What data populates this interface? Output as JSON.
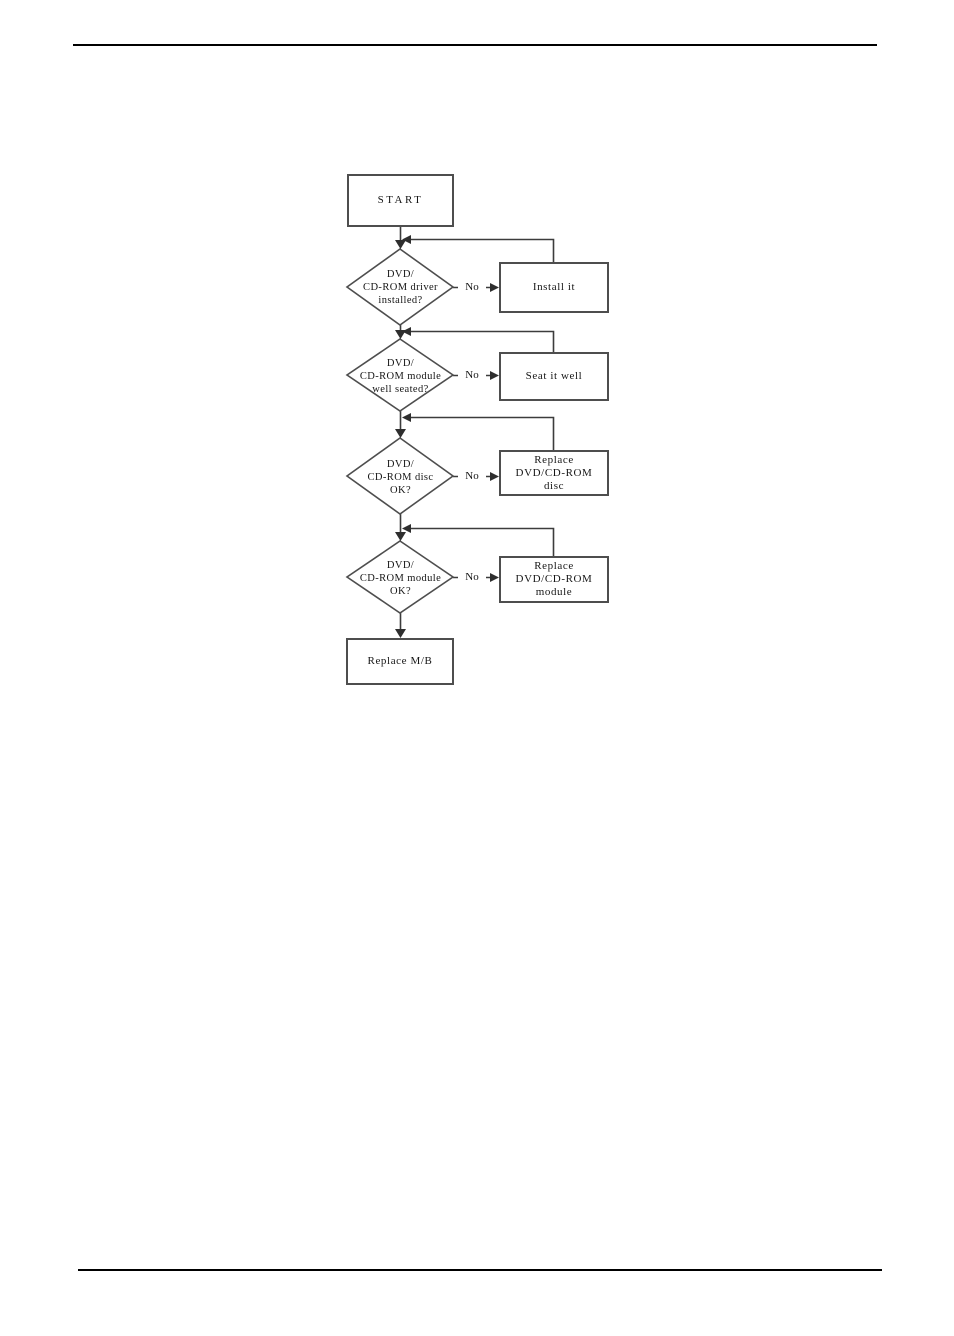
{
  "page": {
    "background": "#ffffff",
    "rule_color": "#000000"
  },
  "flowchart": {
    "start_label": "START",
    "no_label": "No",
    "end_label": "Replace M/B",
    "decisions": [
      {
        "question_lines": [
          "DVD/",
          "CD-ROM driver",
          "installed?"
        ],
        "action_lines": [
          "Install it"
        ]
      },
      {
        "question_lines": [
          "DVD/",
          "CD-ROM module",
          "well seated?"
        ],
        "action_lines": [
          "Seat it well"
        ]
      },
      {
        "question_lines": [
          "DVD/",
          "CD-ROM disc",
          "OK?"
        ],
        "action_lines": [
          "Replace",
          "DVD/CD-ROM",
          "disc"
        ]
      },
      {
        "question_lines": [
          "DVD/",
          "CD-ROM module",
          "OK?"
        ],
        "action_lines": [
          "Replace",
          "DVD/CD-ROM",
          "module"
        ]
      }
    ],
    "colors": {
      "connector_line": "#3c3c3c",
      "box_border": "#4e4e4e",
      "arrowhead": "#2e2e2e",
      "text": "#161616"
    }
  }
}
